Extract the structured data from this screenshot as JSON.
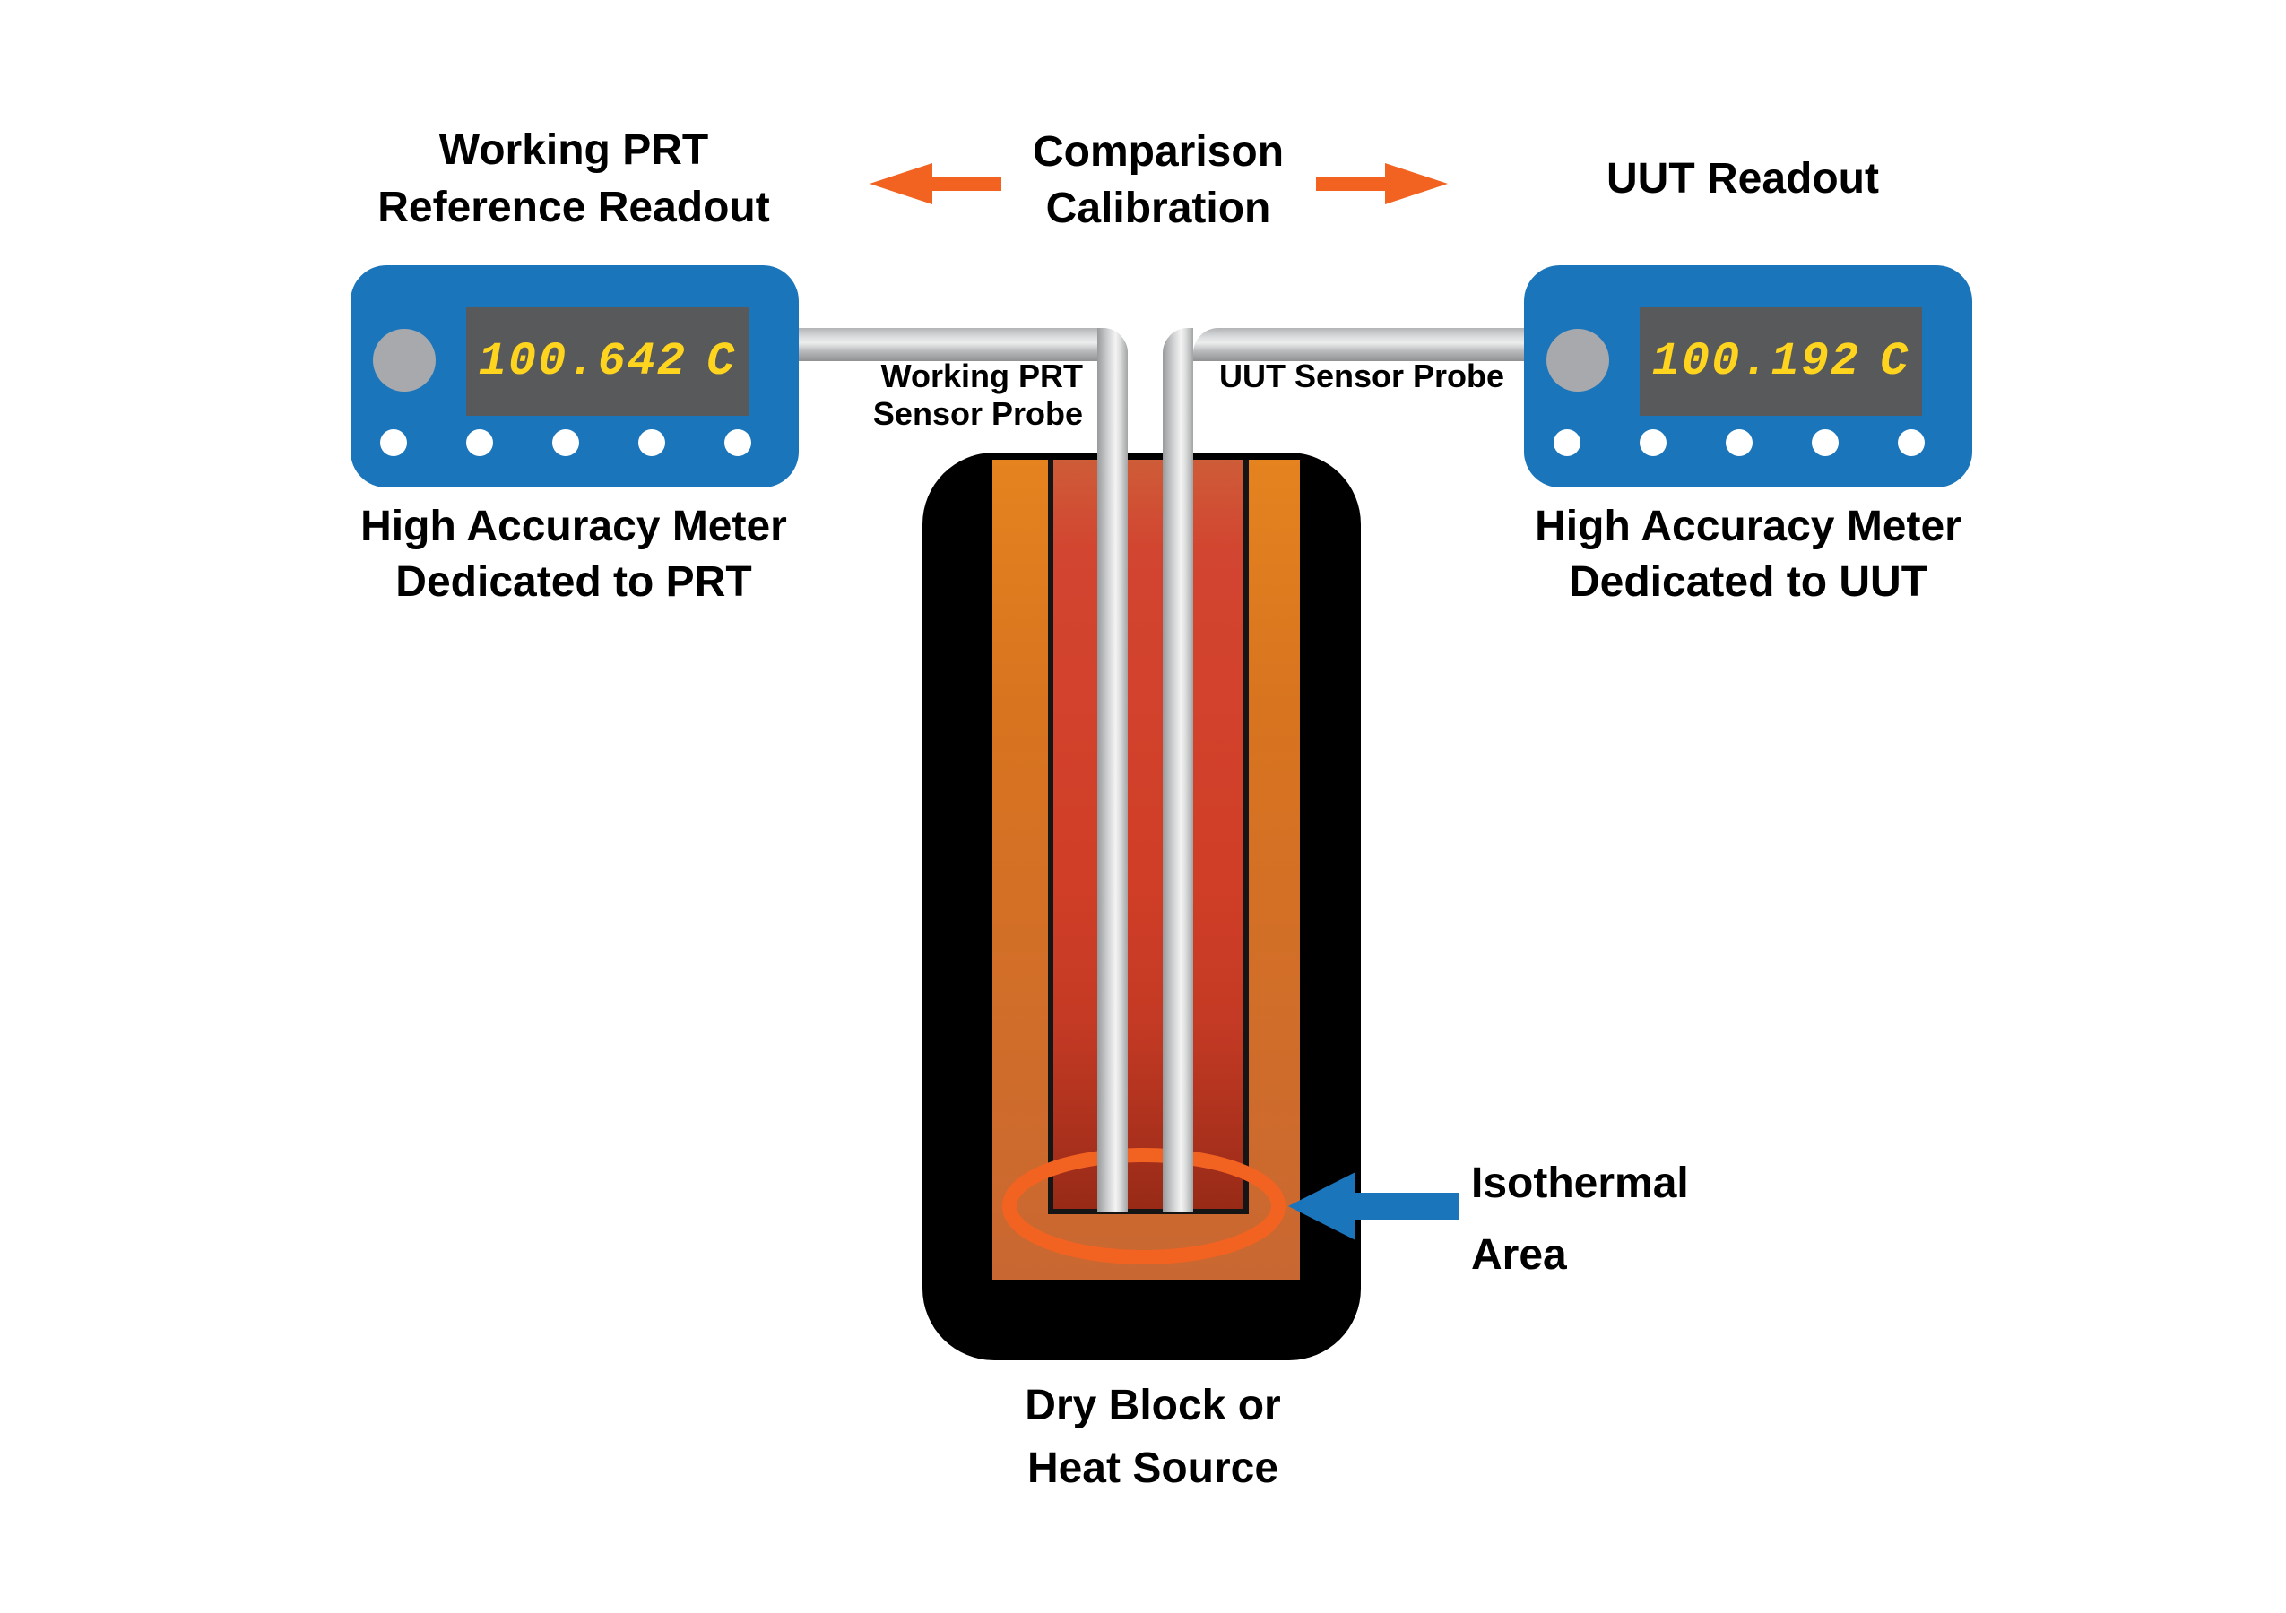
{
  "titles": {
    "left_line1": "Working PRT",
    "left_line2": "Reference Readout",
    "center_line1": "Comparison",
    "center_line2": "Calibration",
    "right": "UUT Readout"
  },
  "meters": {
    "left": {
      "value": "100.642",
      "unit": "C"
    },
    "right": {
      "value": "100.192",
      "unit": "C"
    }
  },
  "captions": {
    "left_line1": "High Accuracy Meter",
    "left_line2": "Dedicated to PRT",
    "right_line1": "High Accuracy Meter",
    "right_line2": "Dedicated to UUT"
  },
  "probe_labels": {
    "left_line1": "Working PRT",
    "left_line2": "Sensor Probe",
    "right": "UUT Sensor Probe"
  },
  "annotations": {
    "isothermal_line1": "Isothermal",
    "isothermal_line2": "Area",
    "dry_block_line1": "Dry Block or",
    "dry_block_line2": "Heat Source"
  },
  "icons": {
    "comparison_left_arrow": "arrow-left",
    "comparison_right_arrow": "arrow-right",
    "isothermal_arrow": "arrow-left",
    "isothermal_highlight": "ellipse-ring"
  },
  "colors": {
    "meter-blue": "#1b75bb",
    "display-bg": "#58595b",
    "digit-yellow": "#ffd41e",
    "accent-orange": "#f26322",
    "arrow-blue": "#1b75bb",
    "block-black": "#000000",
    "well-red": "#d13e27",
    "block-orange": "#d8741f"
  }
}
